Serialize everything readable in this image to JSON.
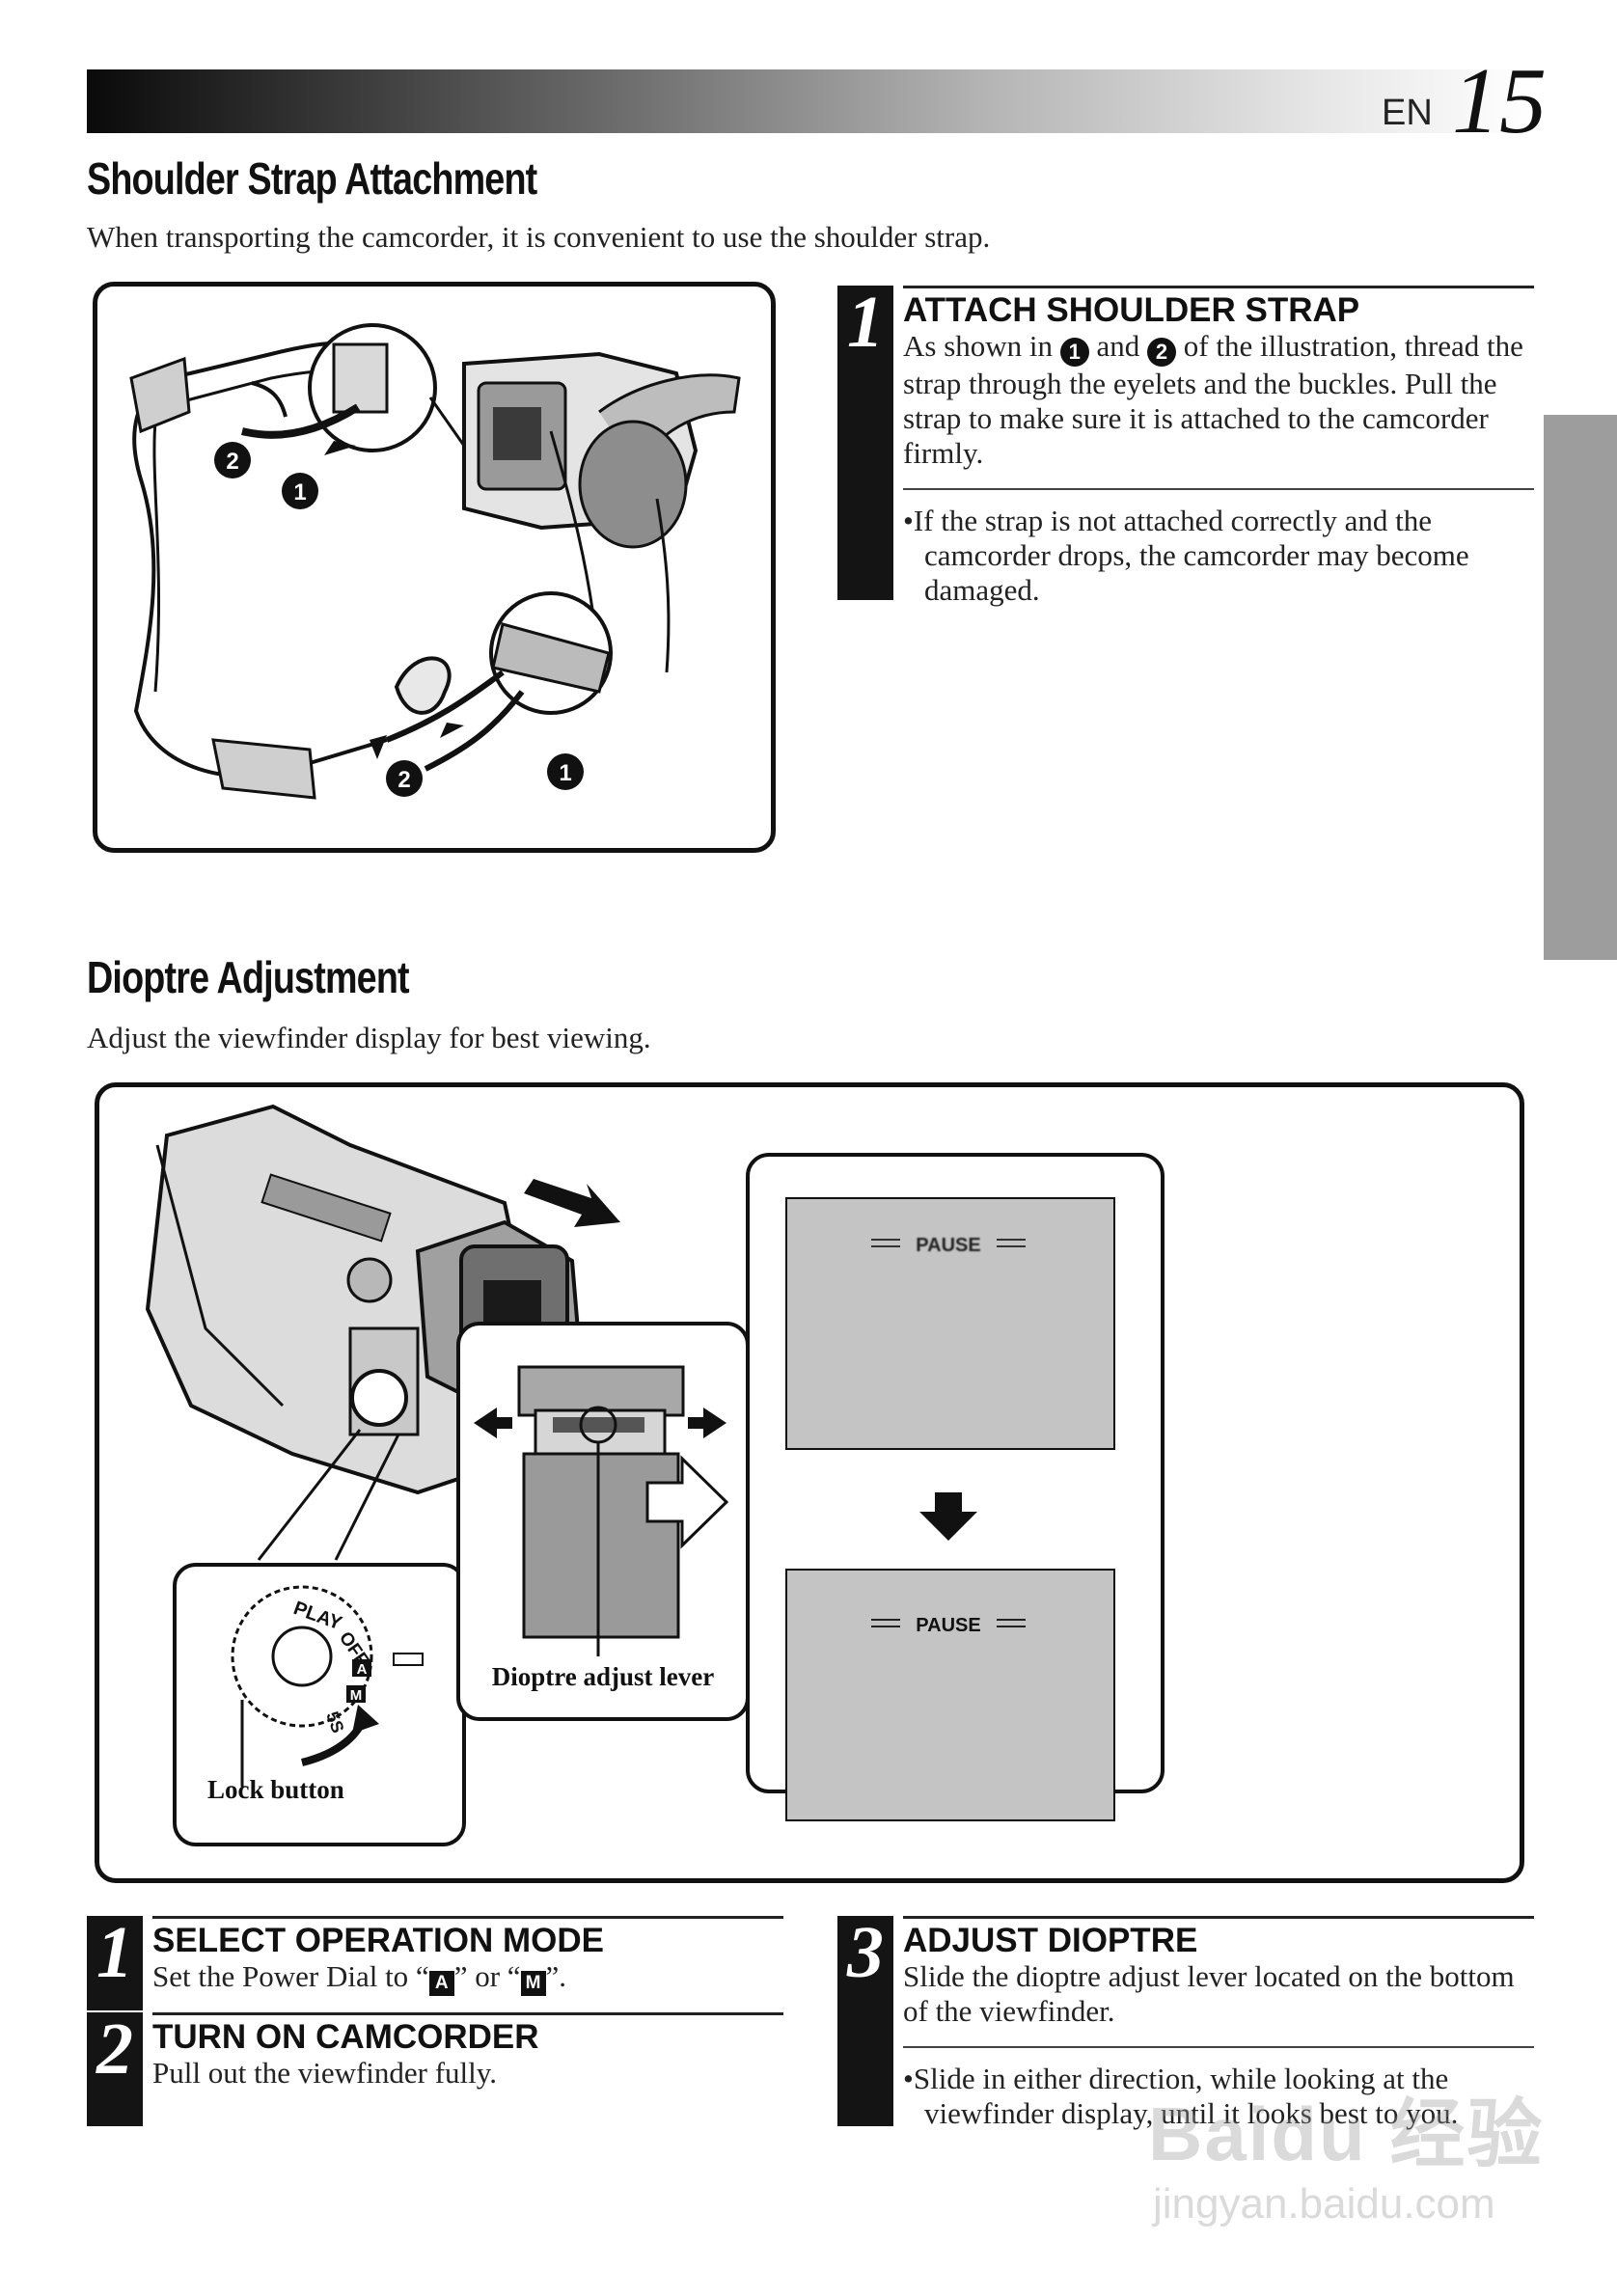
{
  "header": {
    "lang": "EN",
    "page_number": "15"
  },
  "shoulder": {
    "title": "Shoulder Strap Attachment",
    "intro": "When transporting the camcorder, it is convenient to use the shoulder strap.",
    "step1": {
      "number": "1",
      "heading": "ATTACH SHOULDER STRAP",
      "text_before": "As shown in",
      "circle1": "1",
      "text_and": "and",
      "circle2": "2",
      "text_after": "of the illustration, thread the strap through the eyelets and the buckles. Pull the strap to make sure it is attached to the camcorder firmly.",
      "note": "•If the strap is not attached correctly and the camcorder drops, the camcorder may become damaged."
    },
    "callouts": {
      "one": "1",
      "two": "2"
    }
  },
  "dioptre": {
    "title": "Dioptre Adjustment",
    "intro": "Adjust the viewfinder display for best viewing.",
    "labels": {
      "lever": "Dioptre adjust lever",
      "lock": "Lock button",
      "pause_top": "PAUSE",
      "pause_bottom": "PAUSE",
      "dial_play": "PLAY",
      "dial_off": "OFF",
      "dial_a": "A",
      "dial_m": "M",
      "dial_5s": "5S"
    },
    "step1": {
      "number": "1",
      "heading": "SELECT OPERATION MODE",
      "text_a": "Set the Power Dial to “",
      "icon_a": "A",
      "text_b": "” or “",
      "icon_m": "M",
      "text_c": "”."
    },
    "step2": {
      "number": "2",
      "heading": "TURN ON CAMCORDER",
      "text": "Pull out the viewfinder fully."
    },
    "step3": {
      "number": "3",
      "heading": "ADJUST DIOPTRE",
      "text": "Slide the dioptre adjust lever located on the bottom of the viewfinder.",
      "note": "•Slide in either direction, while looking at the viewfinder display, until it looks best to you."
    }
  },
  "watermark": {
    "brand": "Baidu 经验",
    "url": "jingyan.baidu.com"
  }
}
